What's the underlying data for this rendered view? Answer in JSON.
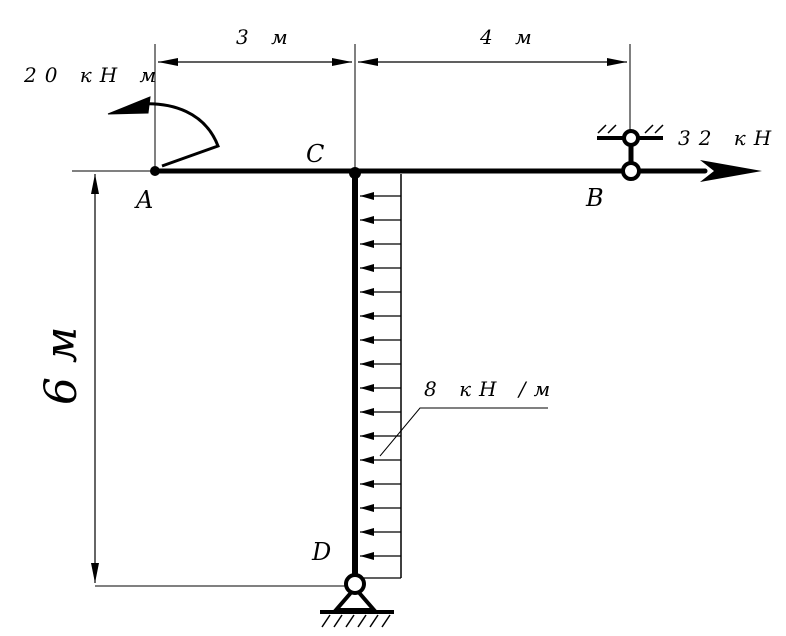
{
  "labels": {
    "dim_ac": "3 м",
    "dim_cb": "4 м",
    "dim_height": "6 м",
    "moment": "20 кН м",
    "force": "32 кН",
    "distributed": "8 кН /м",
    "point_a": "A",
    "point_b": "B",
    "point_c": "C",
    "point_d": "D"
  },
  "colors": {
    "line": "#000000",
    "background": "#ffffff"
  }
}
